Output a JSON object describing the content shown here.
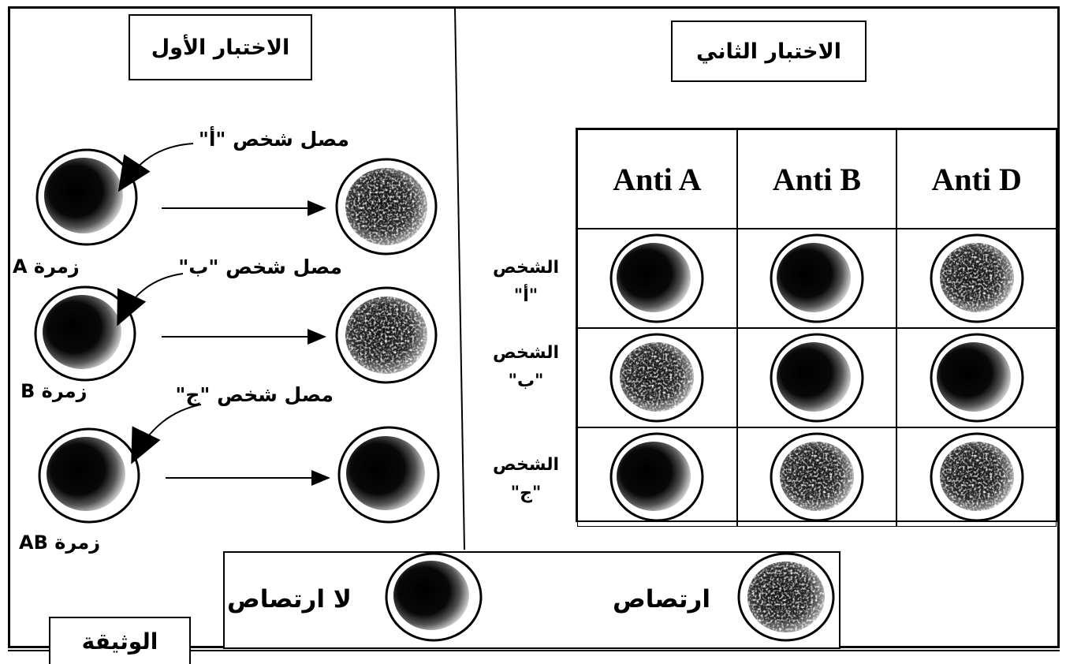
{
  "document_label": "الوثيقة",
  "test1": {
    "title": "الاختبار الأول",
    "rows": [
      {
        "serum": "مصل شخص \"أ\"",
        "group": "زمرة A",
        "result": "agglutination"
      },
      {
        "serum": "مصل شخص \"ب\"",
        "group": "زمرة B",
        "result": "agglutination"
      },
      {
        "serum": "مصل شخص \"ج\"",
        "group": "زمرة AB",
        "result": "no-agglutination"
      }
    ]
  },
  "test2": {
    "title": "الاختبار الثاني",
    "columns": [
      "Anti A",
      "Anti B",
      "Anti D"
    ],
    "rows": [
      {
        "person_line1": "الشخص",
        "person_line2": "\"أ\"",
        "results": [
          "no-agglutination",
          "no-agglutination",
          "agglutination"
        ]
      },
      {
        "person_line1": "الشخص",
        "person_line2": "\"ب\"",
        "results": [
          "agglutination",
          "no-agglutination",
          "no-agglutination"
        ]
      },
      {
        "person_line1": "الشخص",
        "person_line2": "\"ج\"",
        "results": [
          "no-agglutination",
          "agglutination",
          "agglutination"
        ]
      }
    ]
  },
  "legend": {
    "agglutination": "ارتصاص",
    "no_agglutination": "لا ارتصاص"
  }
}
